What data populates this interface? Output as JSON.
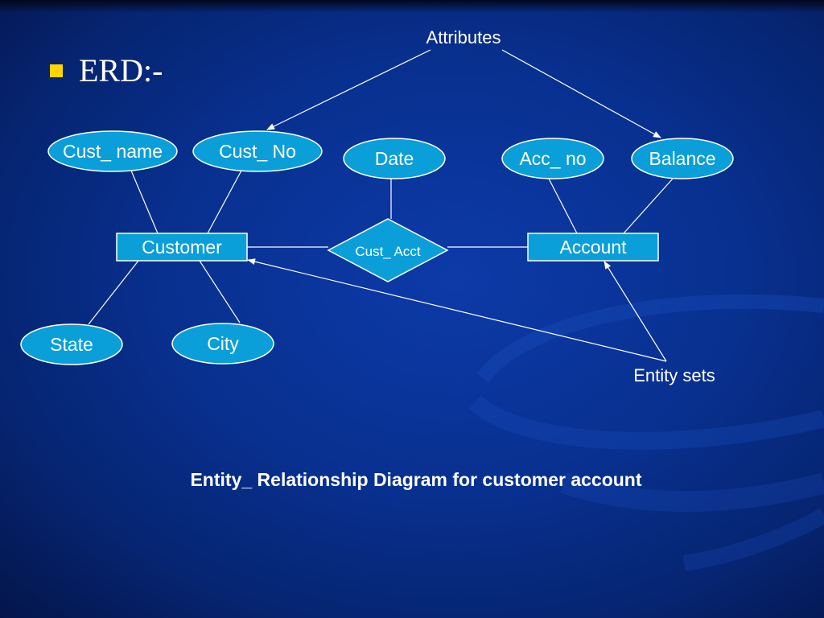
{
  "slide": {
    "title": "ERD:-",
    "caption": "Entity_ Relationship Diagram for customer account"
  },
  "diagram": {
    "labels": {
      "attributes": "Attributes",
      "entity_sets": "Entity sets"
    },
    "entities": {
      "customer": "Customer",
      "account": "Account"
    },
    "relationship": {
      "cust_acct": "Cust_ Acct"
    },
    "attributes": {
      "cust_name": "Cust_ name",
      "cust_no": "Cust_ No",
      "date": "Date",
      "acc_no": "Acc_ no",
      "balance": "Balance",
      "state": "State",
      "city": "City"
    }
  },
  "colors": {
    "shape_fill": "#0a9fd8",
    "shape_stroke": "#ffffff",
    "bullet": "#ffd400",
    "background": "#08308f"
  }
}
